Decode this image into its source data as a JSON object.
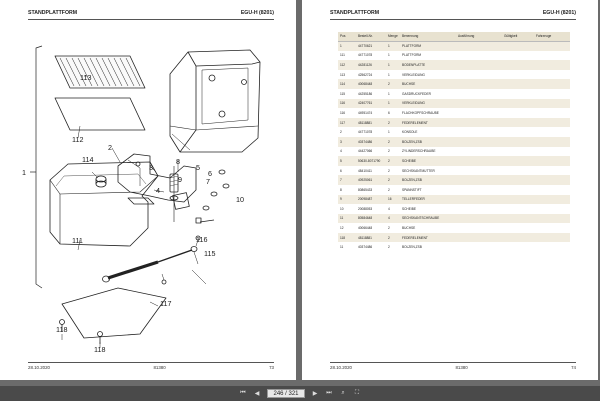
{
  "left_page": {
    "header_title": "STANDPLATTFORM",
    "header_model": "EGU-H (8201)",
    "footer_date": "28.10.2020",
    "footer_code": "81380",
    "footer_page": "73",
    "callouts": {
      "c113": "113",
      "c112": "112",
      "c1": "1",
      "c114": "114",
      "c111": "111",
      "c2": "2",
      "c3": "3",
      "c4": "4",
      "c5": "5",
      "c6": "6",
      "c7": "7",
      "c8": "8",
      "c9": "9",
      "c10": "10",
      "c115": "115",
      "c116": "116",
      "c117": "117",
      "c118": "118"
    }
  },
  "right_page": {
    "header_title": "STANDPLATTFORM",
    "header_model": "EGU-H (8201)",
    "footer_date": "28.10.2020",
    "footer_code": "81380",
    "footer_page": "74",
    "columns": [
      "Pos",
      "Bestell-Nr.",
      "Menge",
      "Benennung",
      "Ausführung",
      "Gültigkeit",
      "Fahrzeuge"
    ],
    "rows": [
      [
        "1",
        "44770621",
        "1",
        "PLATTFORM",
        "",
        "",
        ""
      ],
      [
        "111",
        "44771078",
        "1",
        "PLATTFORM",
        "",
        "",
        ""
      ],
      [
        "112",
        "44281126",
        "1",
        "BODENPLATTE",
        "",
        "",
        ""
      ],
      [
        "113",
        "42562724",
        "1",
        "VERKLEIDUNG",
        "",
        "",
        ""
      ],
      [
        "114",
        "40068448",
        "2",
        "BUCHSE",
        "",
        "",
        ""
      ],
      [
        "115",
        "44255186",
        "1",
        "GASDRUCKFEDER",
        "",
        "",
        ""
      ],
      [
        "116",
        "42407761",
        "1",
        "VERKLEIDUNG",
        "",
        "",
        ""
      ],
      [
        "116",
        "44951474",
        "6",
        "FLACHKOPFSCHRAUBE",
        "",
        "",
        ""
      ],
      [
        "117",
        "48118881",
        "2",
        "FEDERELEMENT",
        "",
        "",
        ""
      ],
      [
        "2",
        "44771078",
        "1",
        "KONSOLE",
        "",
        "",
        ""
      ],
      [
        "3",
        "40374486",
        "2",
        "BOLZEN,ZSB",
        "",
        "",
        ""
      ],
      [
        "4",
        "44427066",
        "2",
        "ZYLINDERSCHRAUBE",
        "",
        "",
        ""
      ],
      [
        "5",
        "50630-8071790",
        "2",
        "SCHEIBE",
        "",
        "",
        ""
      ],
      [
        "6",
        "48410411",
        "2",
        "SECHSKANTMUTTER",
        "",
        "",
        ""
      ],
      [
        "7",
        "40925061",
        "2",
        "BOLZEN,ZSB",
        "",
        "",
        ""
      ],
      [
        "8",
        "80865433",
        "2",
        "SPANNSTIFT",
        "",
        "",
        ""
      ],
      [
        "9",
        "20098487",
        "16",
        "TELLERFEDER",
        "",
        "",
        ""
      ],
      [
        "10",
        "20088053",
        "4",
        "SCHEIBE",
        "",
        "",
        ""
      ],
      [
        "11",
        "80584648",
        "4",
        "SECHSKANTSCHRAUBE",
        "",
        "",
        ""
      ],
      [
        "12",
        "40066448",
        "2",
        "BUCHSE",
        "",
        "",
        ""
      ],
      [
        "118",
        "48118881",
        "2",
        "FEDERELEMENT",
        "",
        "",
        ""
      ],
      [
        "11",
        "40374486",
        "2",
        "BOLZEN,ZSB",
        "",
        "",
        ""
      ]
    ]
  },
  "toolbar": {
    "page_indicator": "246 / 321"
  },
  "colors": {
    "background": "#6b6b6b",
    "header_row": "#e8e2d0",
    "alt_row": "#f1ecdf"
  }
}
